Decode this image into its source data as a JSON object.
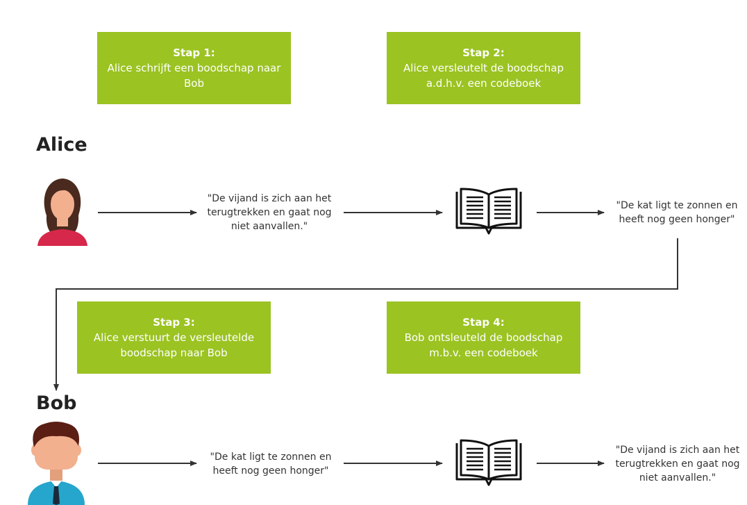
{
  "steps": [
    {
      "title": "Stap 1:",
      "text": "Alice schrijft een boodschap naar Bob"
    },
    {
      "title": "Stap 2:",
      "text": "Alice versleutelt de boodschap a.d.h.v. een codeboek"
    },
    {
      "title": "Stap 3:",
      "text": "Alice verstuurt de versleutelde boodschap naar Bob"
    },
    {
      "title": "Stap 4:",
      "text": "Bob ontsleuteld de boodschap m.b.v. een codeboek"
    }
  ],
  "alice": {
    "name": "Alice",
    "plaintext": "\"De vijand is zich aan het terugtrekken en gaat nog niet aanvallen.\"",
    "ciphertext": "\"De kat ligt te zonnen en heeft nog geen honger\""
  },
  "bob": {
    "name": "Bob",
    "ciphertext": "\"De kat ligt te zonnen en heeft nog geen honger\"",
    "plaintext": "\"De vijand is zich aan het terugtrekken en gaat nog niet aanvallen.\""
  },
  "icons": [
    "female-avatar-icon",
    "male-avatar-icon",
    "codebook-icon"
  ],
  "colors": {
    "step_box": "#9bc322",
    "arrow": "#333333",
    "text": "#222222"
  }
}
